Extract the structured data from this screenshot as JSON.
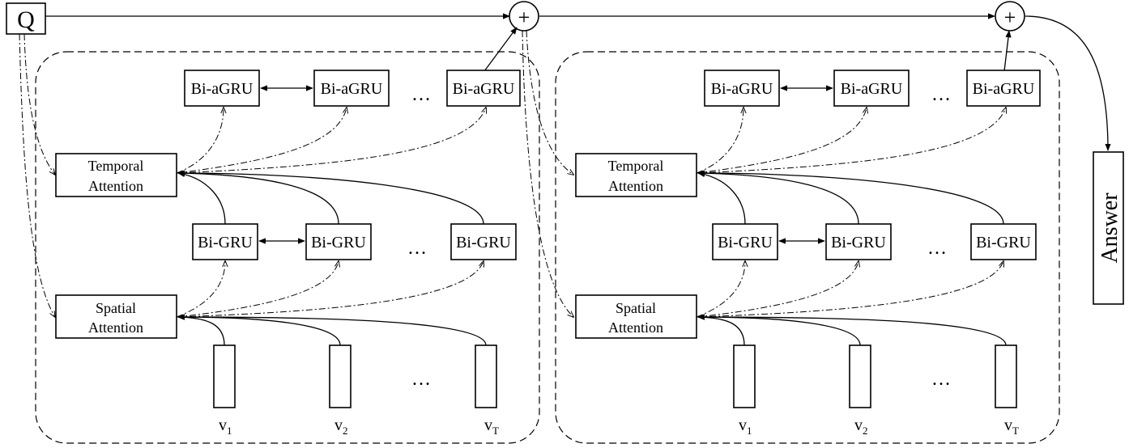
{
  "question_label": "Q",
  "answer_label": "Answer",
  "plus_symbol": "+",
  "ellipsis": "…",
  "modules": [
    {
      "bi_agru": [
        "Bi-aGRU",
        "Bi-aGRU",
        "Bi-aGRU"
      ],
      "temporal": [
        "Temporal",
        "Attention"
      ],
      "bi_gru": [
        "Bi-GRU",
        "Bi-GRU",
        "Bi-GRU"
      ],
      "spatial": [
        "Spatial",
        "Attention"
      ],
      "frames": [
        {
          "v": "v",
          "sub": "1"
        },
        {
          "v": "v",
          "sub": "2"
        },
        {
          "v": "v",
          "sub": "T"
        }
      ]
    },
    {
      "bi_agru": [
        "Bi-aGRU",
        "Bi-aGRU",
        "Bi-aGRU"
      ],
      "temporal": [
        "Temporal",
        "Attention"
      ],
      "bi_gru": [
        "Bi-GRU",
        "Bi-GRU",
        "Bi-GRU"
      ],
      "spatial": [
        "Spatial",
        "Attention"
      ],
      "frames": [
        {
          "v": "v",
          "sub": "1"
        },
        {
          "v": "v",
          "sub": "2"
        },
        {
          "v": "v",
          "sub": "T"
        }
      ]
    }
  ]
}
